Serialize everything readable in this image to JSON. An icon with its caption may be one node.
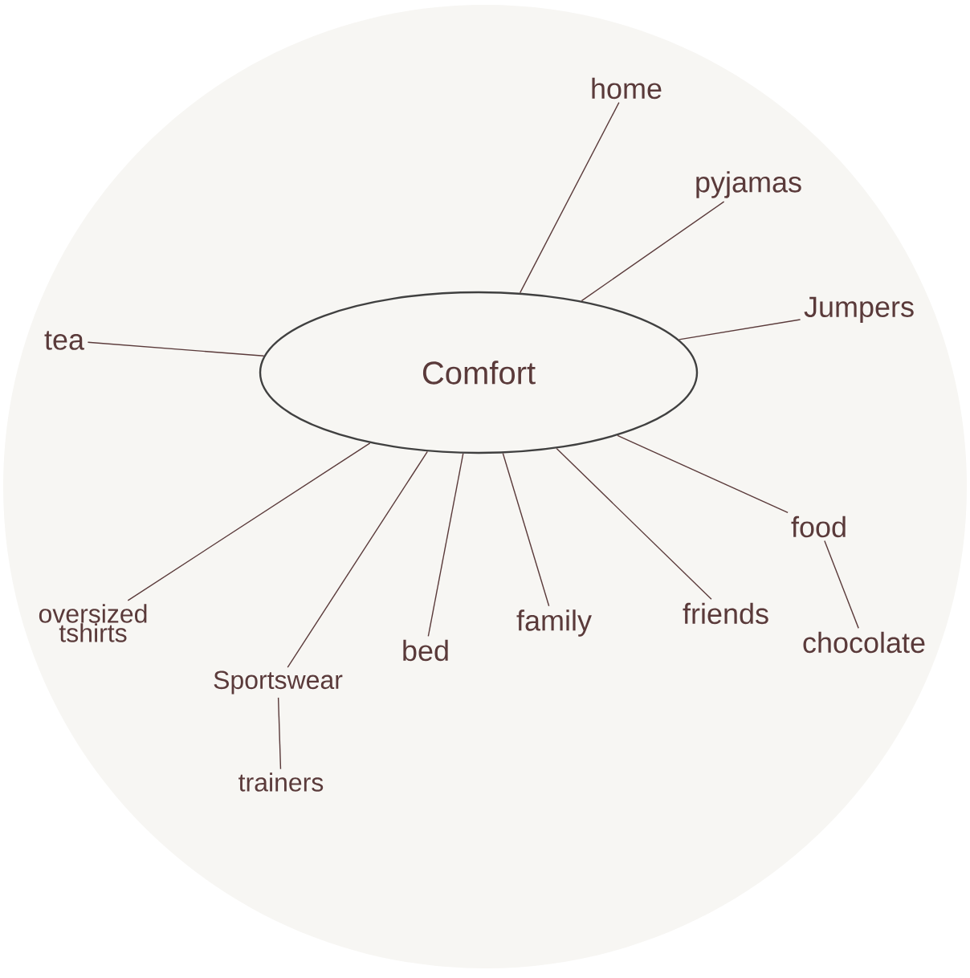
{
  "diagram": {
    "nodes": [
      {
        "text": [
          "Comfort"
        ]
      },
      {
        "text": [
          "home"
        ]
      },
      {
        "text": [
          "pyjamas"
        ]
      },
      {
        "text": [
          "Jumpers"
        ]
      },
      {
        "text": [
          "food"
        ]
      },
      {
        "text": [
          "chocolate"
        ]
      },
      {
        "text": [
          "friends"
        ]
      },
      {
        "text": [
          "family"
        ]
      },
      {
        "text": [
          "bed"
        ]
      },
      {
        "text": [
          "Sportswear"
        ]
      },
      {
        "text": [
          "trainers"
        ]
      },
      {
        "text": [
          "oversized tshirts"
        ]
      },
      {
        "text": [
          "tea"
        ]
      }
    ],
    "edges": [
      {
        "from": 0,
        "to": 1,
        "arrow": "none"
      },
      {
        "from": 0,
        "to": 2,
        "arrow": "none"
      },
      {
        "from": 0,
        "to": 3,
        "arrow": "none"
      },
      {
        "from": 0,
        "to": 4,
        "arrow": "none"
      },
      {
        "from": 4,
        "to": 5,
        "arrow": "none"
      },
      {
        "from": 0,
        "to": 6,
        "arrow": "none"
      },
      {
        "from": 0,
        "to": 7,
        "arrow": "none"
      },
      {
        "from": 0,
        "to": 8,
        "arrow": "none"
      },
      {
        "from": 0,
        "to": 9,
        "arrow": "none"
      },
      {
        "from": 9,
        "to": 10,
        "arrow": "none"
      },
      {
        "from": 0,
        "to": 11,
        "arrow": "none"
      },
      {
        "from": 0,
        "to": 12,
        "arrow": "none"
      }
    ]
  }
}
